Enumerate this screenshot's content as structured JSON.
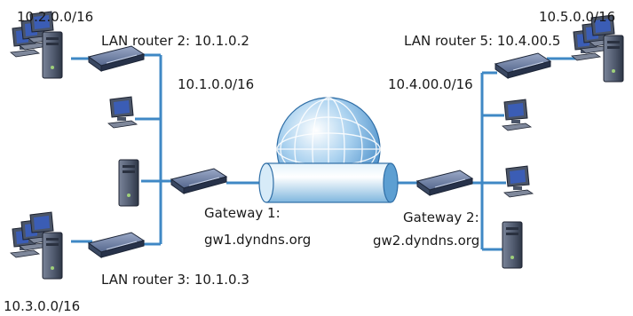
{
  "labels": {
    "net_top_left": "10.2.0.0/16",
    "router2": "LAN router 2: 10.1.0.2",
    "net_left_lan": "10.1.0.0/16",
    "gateway1_line1": "Gateway 1:",
    "gateway1_line2": "gw1.dyndns.org",
    "router3": "LAN router 3: 10.1.0.3",
    "net_bottom_left": "10.3.0.0/16",
    "net_top_right": "10.5.0.0/16",
    "router5": "LAN router 5: 10.4.00.5",
    "net_right_lan": "10.4.00.0/16",
    "gateway2_line1": "Gateway 2:",
    "gateway2_line2": "gw2.dyndns.org"
  },
  "colors": {
    "link": "#3f88c5",
    "device_top": "#6f82a8",
    "device_side": "#2b3750",
    "tower": "#5a6478",
    "monitor_screen": "#3b5db5",
    "globe": "#7fb6de",
    "tunnel": "#b5d8f0"
  }
}
